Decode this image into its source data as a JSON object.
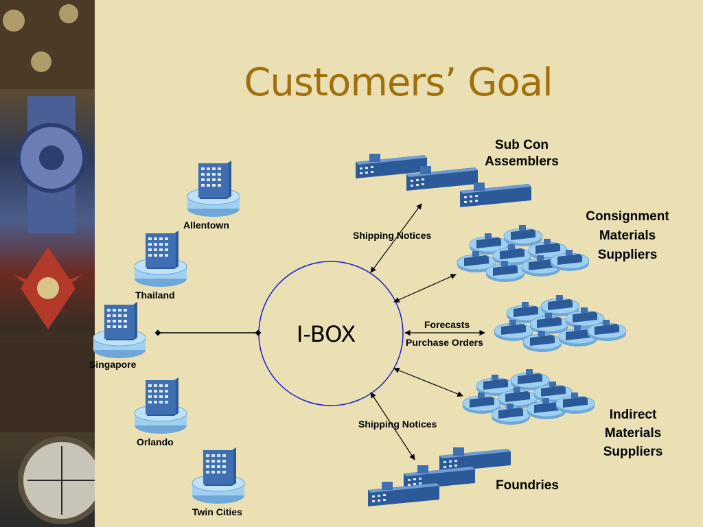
{
  "slide": {
    "title": "Customers’ Goal"
  },
  "hub": {
    "label": "I-BOX"
  },
  "sites": [
    {
      "name": "Allentown"
    },
    {
      "name": "Thailand"
    },
    {
      "name": "Singapore"
    },
    {
      "name": "Orlando"
    },
    {
      "name": "Twin Cities"
    }
  ],
  "partners": {
    "sub_con_line1": "Sub Con",
    "sub_con_line2": "Assemblers",
    "consignment_line1": "Consignment",
    "consignment_line2": "Materials",
    "consignment_line3": "Suppliers",
    "indirect_line1": "Indirect",
    "indirect_line2": "Materials",
    "indirect_line3": "Suppliers",
    "foundries": "Foundries"
  },
  "flows": {
    "shipping_notices_top": "Shipping Notices",
    "forecasts": "Forecasts",
    "purchase_orders": "Purchase Orders",
    "shipping_notices_bottom": "Shipping Notices"
  },
  "colors": {
    "background": "#eae0b4",
    "title": "#a0700e",
    "building_blue": "#3f6fb0",
    "platform_blue": "#9fd0f0",
    "circle_stroke": "#1a1ad0"
  }
}
